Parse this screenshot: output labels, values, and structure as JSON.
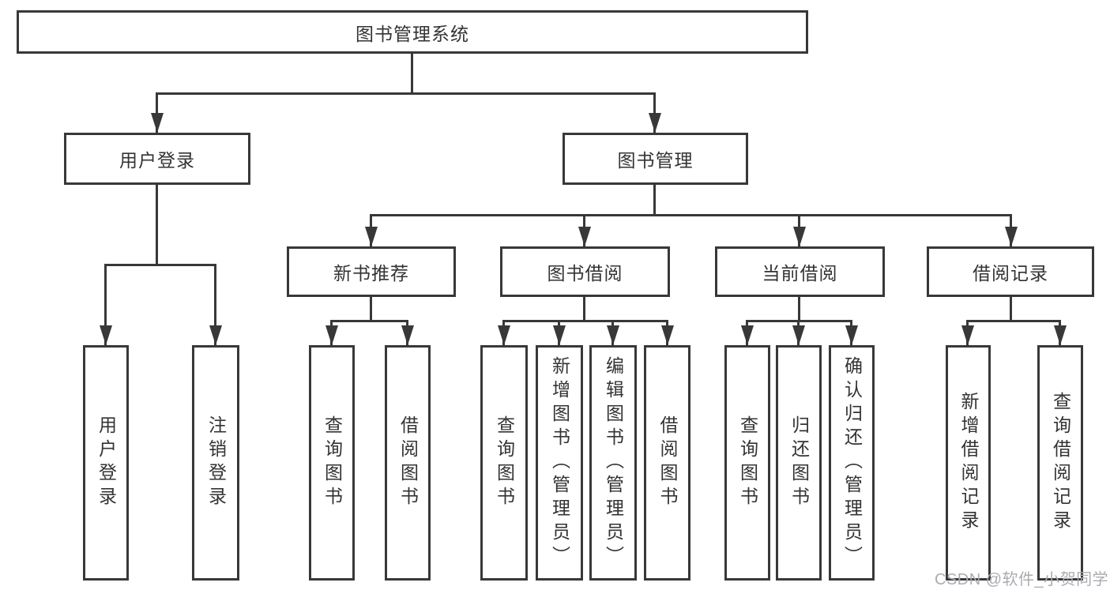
{
  "nodes": {
    "root": {
      "label": "图书管理系统"
    },
    "user_login": {
      "label": "用户登录",
      "children": [
        {
          "label": "用户登录"
        },
        {
          "label": "注销登录"
        }
      ]
    },
    "book_mgmt": {
      "label": "图书管理",
      "children": [
        {
          "label": "新书推荐",
          "children": [
            {
              "label": "查询图书"
            },
            {
              "label": "借阅图书"
            }
          ]
        },
        {
          "label": "图书借阅",
          "children": [
            {
              "label": "查询图书"
            },
            {
              "label": "新增图书（管理员）"
            },
            {
              "label": "编辑图书（管理员）"
            },
            {
              "label": "借阅图书"
            }
          ]
        },
        {
          "label": "当前借阅",
          "children": [
            {
              "label": "查询图书"
            },
            {
              "label": "归还图书"
            },
            {
              "label": "确认归还（管理员）"
            }
          ]
        },
        {
          "label": "借阅记录",
          "children": [
            {
              "label": "新增借阅记录"
            },
            {
              "label": "查询借阅记录"
            }
          ]
        }
      ]
    }
  },
  "watermark": {
    "text": "CSDN @软件_小贺同学"
  },
  "colors": {
    "line": "#383838",
    "text": "#333333",
    "watermark": "#a9acb1",
    "background": "#ffffff"
  }
}
